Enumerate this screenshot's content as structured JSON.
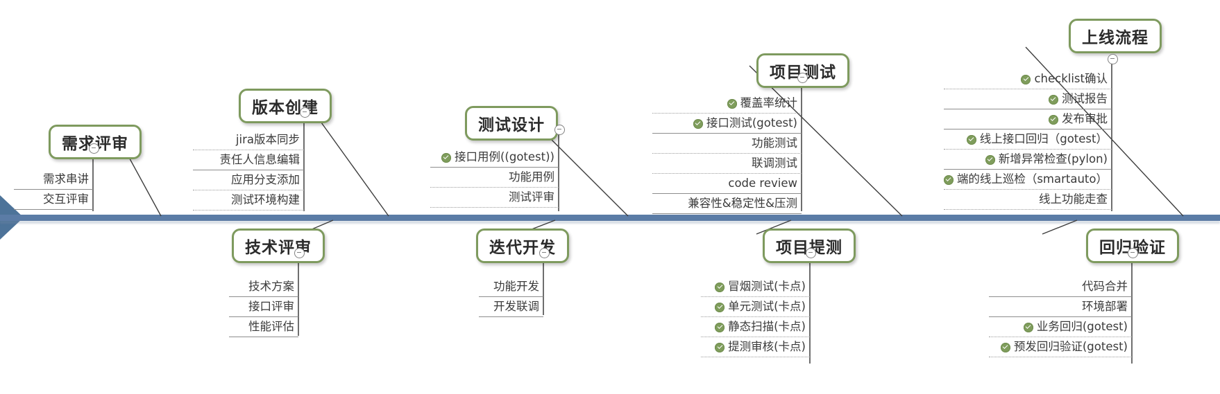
{
  "diagram": {
    "type": "fishbone",
    "title": "",
    "spine_color": "#5b7ca6",
    "node_border_color": "#7e9a5e",
    "check_color": "#7f9d5c"
  },
  "branches": [
    {
      "id": "branch-requirement-review",
      "label": "需求评审",
      "side": "top",
      "items": [
        {
          "text": "需求串讲",
          "checked": false
        },
        {
          "text": "交互评审",
          "checked": false
        }
      ]
    },
    {
      "id": "branch-tech-review",
      "label": "技术评审",
      "side": "bottom",
      "items": [
        {
          "text": "技术方案",
          "checked": false
        },
        {
          "text": "接口评审",
          "checked": false
        },
        {
          "text": "性能评估",
          "checked": false
        }
      ]
    },
    {
      "id": "branch-version-create",
      "label": "版本创建",
      "side": "top",
      "items": [
        {
          "text": "jira版本同步",
          "checked": false
        },
        {
          "text": "责任人信息编辑",
          "checked": false
        },
        {
          "text": "应用分支添加",
          "checked": false
        },
        {
          "text": "测试环境构建",
          "checked": false
        }
      ]
    },
    {
      "id": "branch-test-design",
      "label": "测试设计",
      "side": "top",
      "items": [
        {
          "text": "接口用例((gotest))",
          "checked": true
        },
        {
          "text": "功能用例",
          "checked": false
        },
        {
          "text": "测试评审",
          "checked": false
        }
      ]
    },
    {
      "id": "branch-iteration-dev",
      "label": "迭代开发",
      "side": "bottom",
      "items": [
        {
          "text": "功能开发",
          "checked": false
        },
        {
          "text": "开发联调",
          "checked": false
        }
      ]
    },
    {
      "id": "branch-project-test",
      "label": "项目测试",
      "side": "top",
      "items": [
        {
          "text": "覆盖率统计",
          "checked": true
        },
        {
          "text": "接口测试(gotest)",
          "checked": true
        },
        {
          "text": "功能测试",
          "checked": false
        },
        {
          "text": "联调测试",
          "checked": false
        },
        {
          "text": "code review",
          "checked": false
        },
        {
          "text": "兼容性&稳定性&压测",
          "checked": false
        }
      ]
    },
    {
      "id": "branch-project-submit-test",
      "label": "项目提测",
      "side": "bottom",
      "items": [
        {
          "text": "冒烟测试(卡点)",
          "checked": true
        },
        {
          "text": "单元测试(卡点)",
          "checked": true
        },
        {
          "text": "静态扫描(卡点)",
          "checked": true
        },
        {
          "text": "提测审核(卡点)",
          "checked": true
        }
      ]
    },
    {
      "id": "branch-release-process",
      "label": "上线流程",
      "side": "top",
      "items": [
        {
          "text": "checklist确认",
          "checked": true
        },
        {
          "text": "测试报告",
          "checked": true
        },
        {
          "text": "发布审批",
          "checked": true
        },
        {
          "text": "线上接口回归（gotest）",
          "checked": true
        },
        {
          "text": "新增异常检查(pylon)",
          "checked": true
        },
        {
          "text": "端的线上巡检（smartauto）",
          "checked": true
        },
        {
          "text": "线上功能走查",
          "checked": false
        }
      ]
    },
    {
      "id": "branch-regression-verify",
      "label": "回归验证",
      "side": "bottom",
      "items": [
        {
          "text": "代码合并",
          "checked": false
        },
        {
          "text": "环境部署",
          "checked": false
        },
        {
          "text": "业务回归(gotest)",
          "checked": true
        },
        {
          "text": "预发回归验证(gotest)",
          "checked": true
        }
      ]
    }
  ]
}
